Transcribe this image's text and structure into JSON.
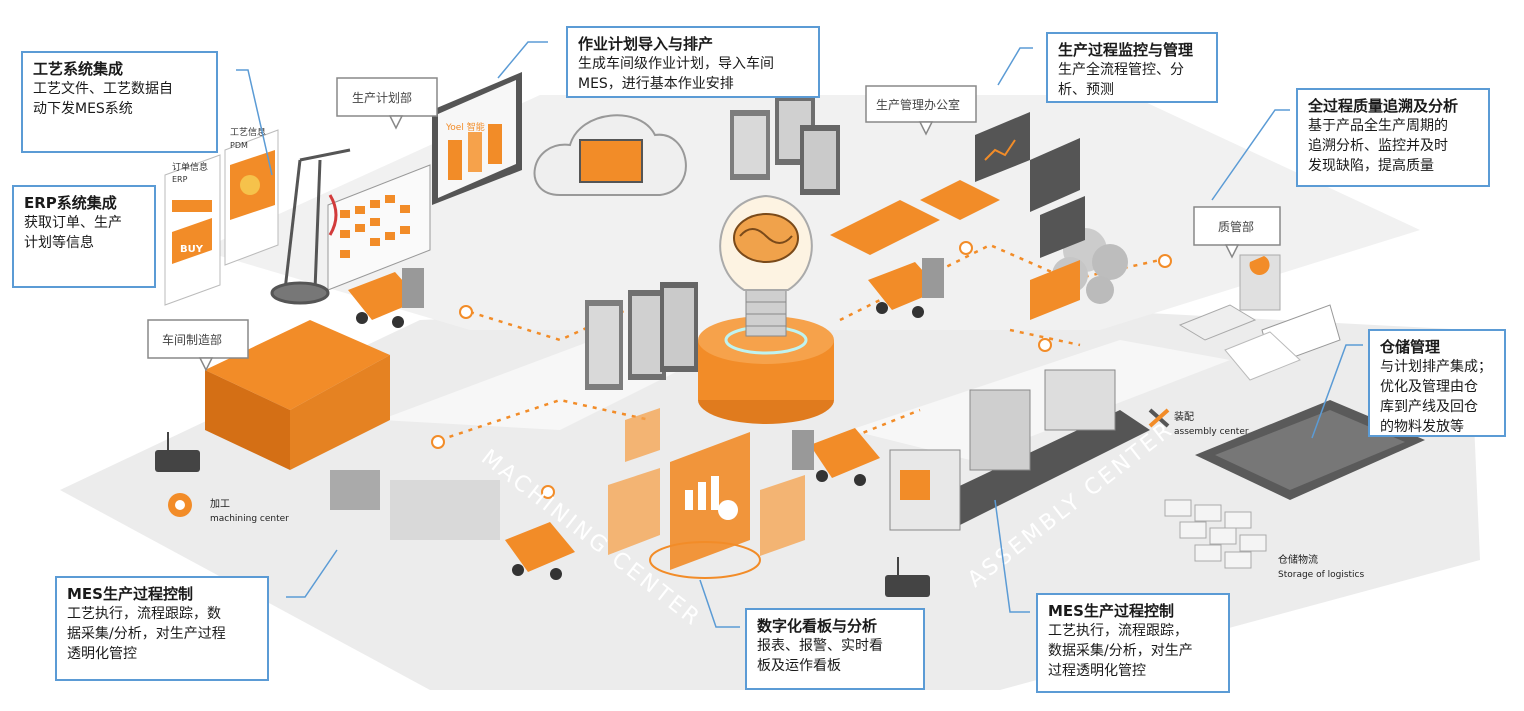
{
  "callouts": {
    "process_integration": {
      "title": "工艺系统集成",
      "desc": "工艺文件、工艺数据自\n动下发MES系统"
    },
    "job_planning": {
      "title": "作业计划导入与排产",
      "desc": "生成车间级作业计划，导入车间\nMES，进行基本作业安排"
    },
    "monitoring": {
      "title": "生产过程监控与管理",
      "desc": "生产全流程管控、分\n析、预测"
    },
    "quality_trace": {
      "title": "全过程质量追溯及分析",
      "desc": "基于产品全生产周期的\n追溯分析、监控并及时\n发现缺陷，提高质量"
    },
    "erp_integration": {
      "title": "ERP系统集成",
      "desc": "获取订单、生产\n计划等信息"
    },
    "warehouse": {
      "title": "仓储管理",
      "desc": "与计划排产集成；\n优化及管理由仓\n库到产线及回仓\n的物料发放等"
    },
    "mes_left": {
      "title": "MES生产过程控制",
      "desc": "工艺执行，流程跟踪，数\n据采集/分析，对生产过程\n透明化管控"
    },
    "dashboard": {
      "title": "数字化看板与分析",
      "desc": "报表、报警、实时看\n板及运作看板"
    },
    "mes_right": {
      "title": "MES生产过程控制",
      "desc": "工艺执行，流程跟踪，\n数据采集/分析，对生产\n过程透明化管控"
    }
  },
  "departments": {
    "planning": "生产计划部",
    "management_office": "生产管理办公室",
    "quality": "质管部",
    "workshop": "车间制造部"
  },
  "scene_labels": {
    "pdm_cn": "工艺信息",
    "pdm_en": "PDM",
    "erp_cn": "订单信息",
    "erp_en": "ERP",
    "buy": "BUY",
    "machining_cn": "加工",
    "machining_en": "machining center",
    "assembly_cn": "装配",
    "assembly_en": "assembly center",
    "storage_cn": "仓储物流",
    "storage_en": "Storage of logistics",
    "floor_machining": "MACHINING CENTER",
    "floor_assembly": "ASSEMBLY CENTER",
    "screen_brand": "Yoel 智能"
  },
  "colors": {
    "callout_border": "#5b9bd5",
    "accent_orange": "#f28c28",
    "floor_gray": "#e8e8e8",
    "machine_gray": "#9a9a9a"
  }
}
